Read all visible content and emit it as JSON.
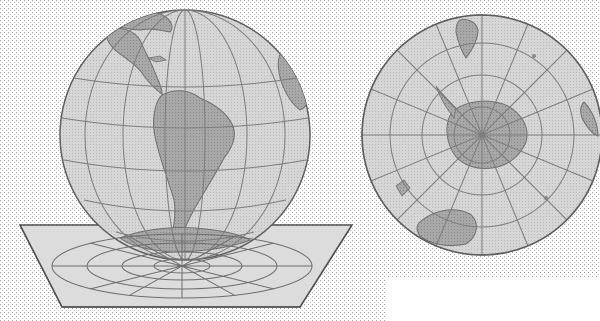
{
  "figure": {
    "description_visible_text": [],
    "colors": {
      "background": "#ffffff",
      "stipple": "#9a9a9a",
      "globe_fill": "#d2d2d2",
      "land_fill": "#a9a9a9",
      "graticule": "#7c7c7c",
      "outline": "#5e5e5e",
      "plane_fill": "#d9d9d9",
      "plane_edge": "#4f4f4f"
    },
    "panels": [
      {
        "id": "globe-over-plane",
        "projection_plane": "tangent-at-south-pole"
      },
      {
        "id": "south-polar-azimuthal-view",
        "center": "south-pole"
      }
    ]
  }
}
